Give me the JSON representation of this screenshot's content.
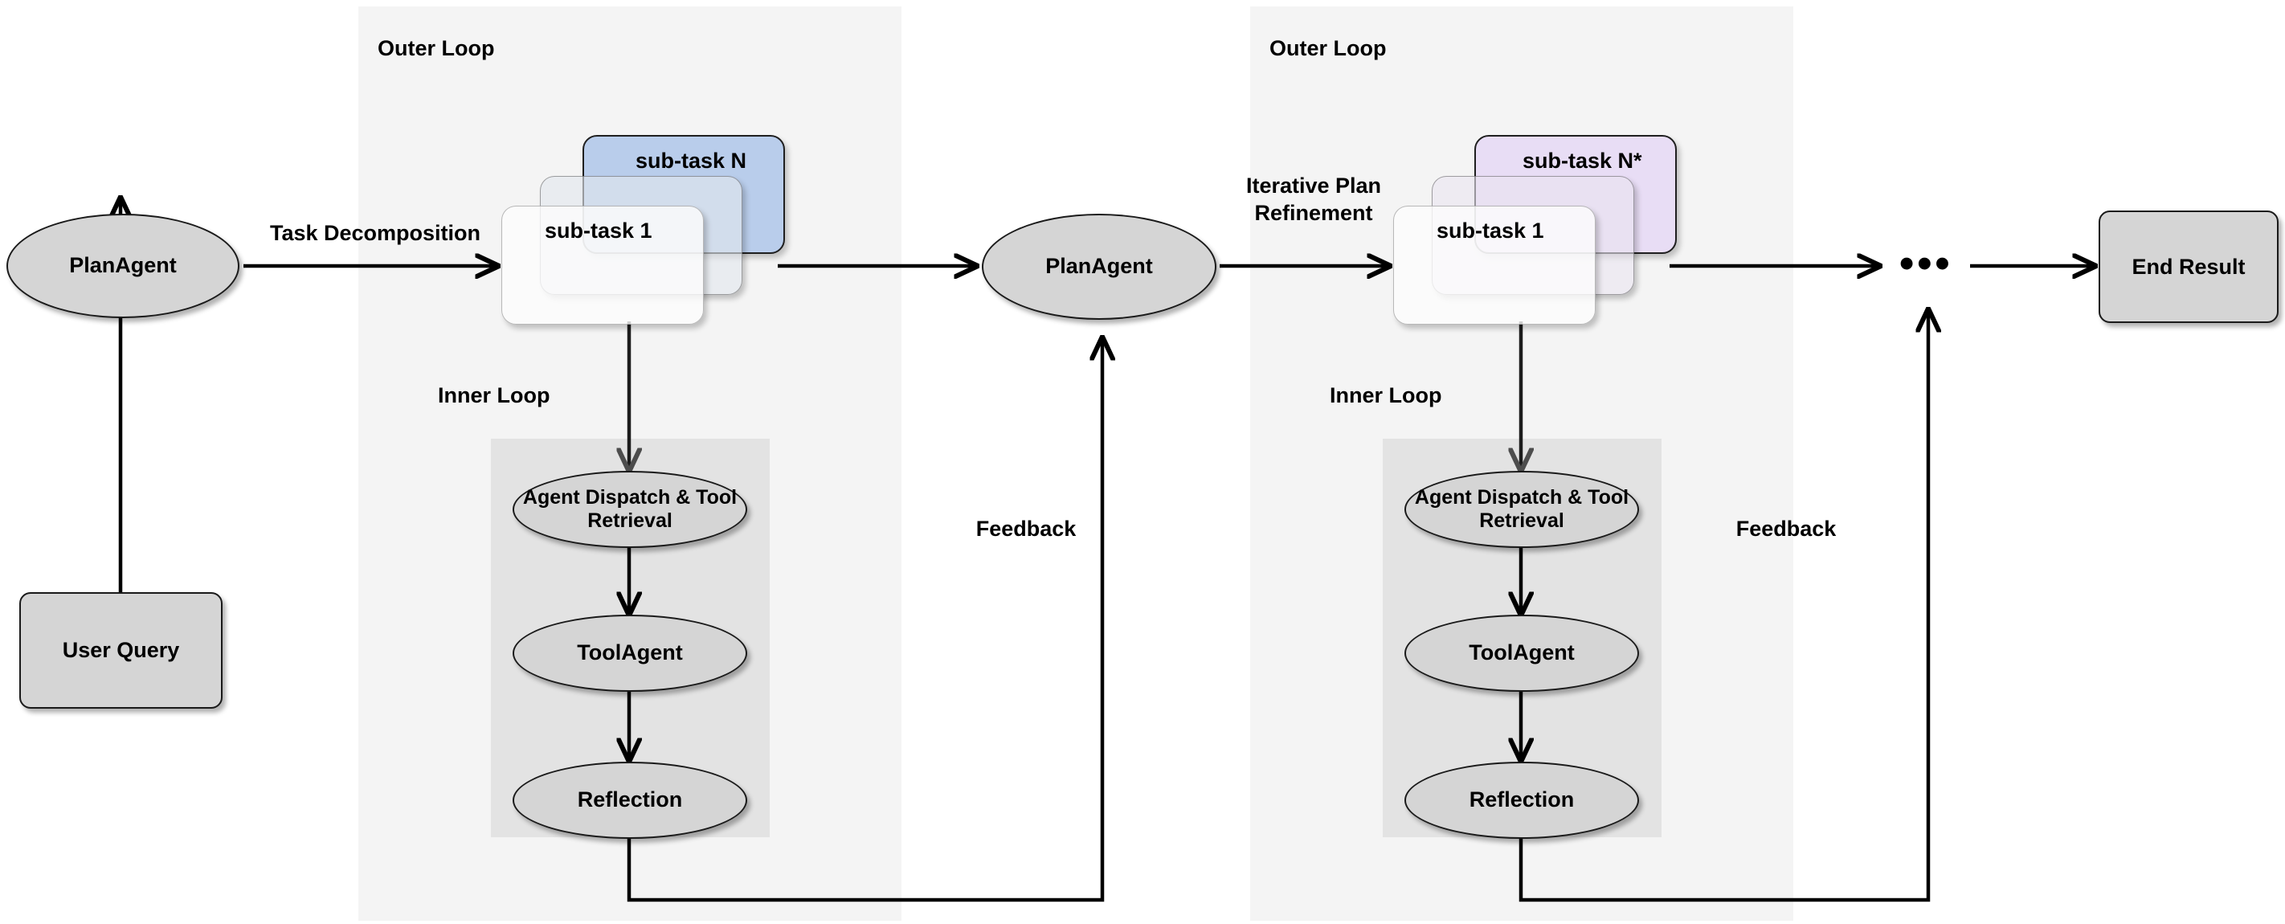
{
  "diagram": {
    "title": "Agent planning loop architecture",
    "colors": {
      "outer_panel_bg": "#f4f4f4",
      "inner_panel_bg": "#e3e3e3",
      "node_fill": "#d5d5d5",
      "node_stroke": "#1a1a1a",
      "card_back_blue": "#b9cdeb",
      "card_back_purple": "#e8ddf5",
      "edge_stroke": "#000000"
    }
  },
  "nodes": {
    "user_query": "User Query",
    "plan_agent_1": "PlanAgent",
    "plan_agent_2": "PlanAgent",
    "end_result": "End Result",
    "ellipsis": "•••"
  },
  "groups": [
    {
      "panel_label": "Outer Loop",
      "inner_label": "Inner Loop",
      "cards": [
        {
          "label": "sub-task N",
          "style": "back-blue"
        },
        {
          "label": "",
          "style": "mid"
        },
        {
          "label": "sub-task 1",
          "style": "front"
        }
      ],
      "inner_nodes": [
        "Agent Dispatch\n& Tool Retrieval",
        "ToolAgent",
        "Reflection"
      ],
      "feedback_label": "Feedback"
    },
    {
      "panel_label": "Outer Loop",
      "inner_label": "Inner Loop",
      "cards": [
        {
          "label": "sub-task N*",
          "style": "back-purple"
        },
        {
          "label": "",
          "style": "mid"
        },
        {
          "label": "sub-task 1",
          "style": "front"
        }
      ],
      "inner_nodes": [
        "Agent Dispatch\n& Tool Retrieval",
        "ToolAgent",
        "Reflection"
      ],
      "feedback_label": "Feedback"
    }
  ],
  "edge_labels": {
    "task_decomposition": "Task Decomposition",
    "iterative_plan_refinement": "Iterative Plan\nRefinement"
  }
}
